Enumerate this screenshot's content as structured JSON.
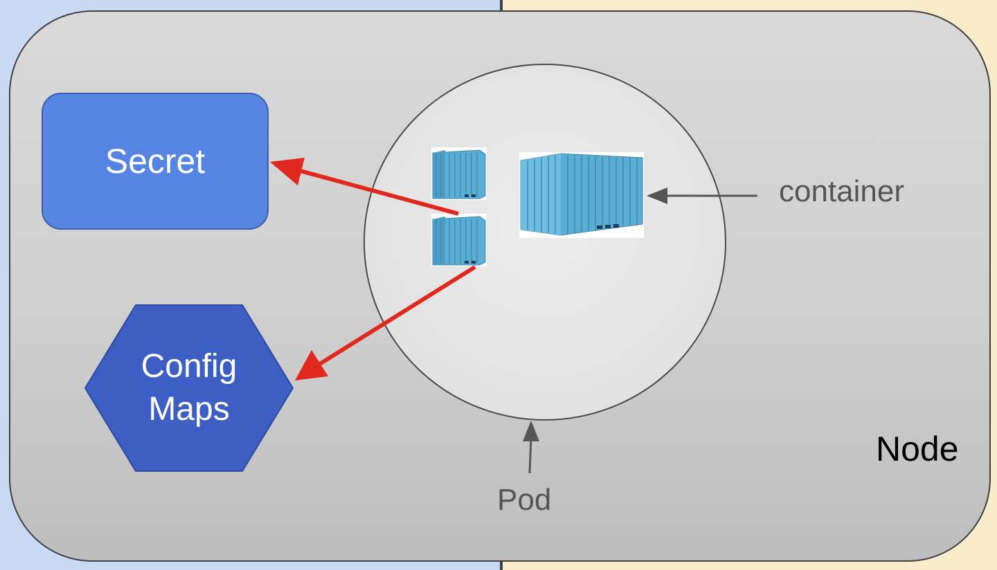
{
  "labels": {
    "secret": "Secret",
    "config_maps_line1": "Config",
    "config_maps_line2": "Maps",
    "container": "container",
    "pod": "Pod",
    "node": "Node"
  },
  "colors": {
    "background_left": "#c9d8f3",
    "background_right": "#f8eccb",
    "node_fill": "#d3d3d3",
    "pod_fill": "#e6e6e6",
    "secret_fill": "#5584e2",
    "config_maps_fill": "#3d5fc4",
    "container_blue": "#5aaed4",
    "red_arrow": "#e0281e",
    "gray_arrow": "#555555"
  },
  "icons": {
    "container_large": "shipping-container-icon",
    "container_small_top": "shipping-container-icon",
    "container_small_bottom": "shipping-container-icon"
  }
}
